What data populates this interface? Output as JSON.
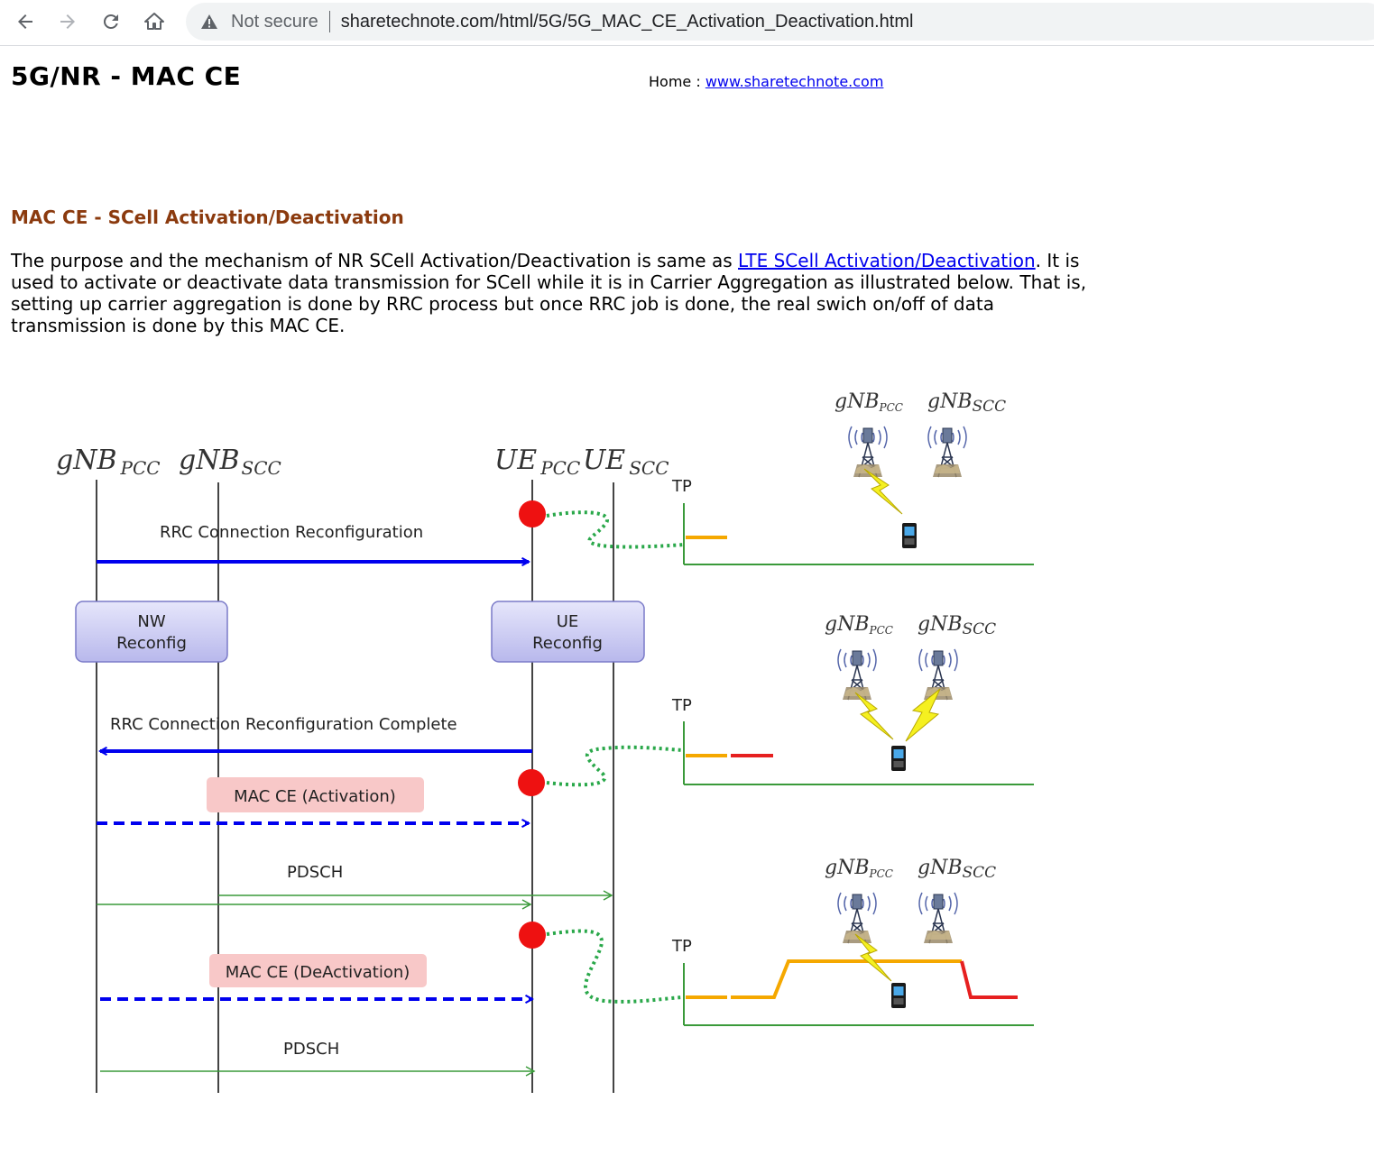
{
  "browser": {
    "security_status": "Not secure",
    "url": "sharetechnote.com/html/5G/5G_MAC_CE_Activation_Deactivation.html"
  },
  "page": {
    "title": "5G/NR - MAC CE",
    "home_label": "Home :",
    "home_link": "www.sharetechnote.com",
    "section_title": "MAC CE - SCell Activation/Deactivation",
    "para_before_link": "The purpose and the mechanism of NR SCell Activation/Deactivation is same as ",
    "para_link": "LTE SCell Activation/Deactivation",
    "para_after_link": ". It is used to activate or deactivate data transmission for SCell while it is in Carrier Aggregation as illustrated below. That is, setting up carrier aggregation is done by RRC process but once RRC job is done, the real swich on/off of data transmission is done by this MAC CE."
  },
  "diagram": {
    "entities": [
      {
        "main": "gNB",
        "sub": "PCC"
      },
      {
        "main": "gNB",
        "sub": "SCC"
      },
      {
        "main": "UE",
        "sub": "PCC"
      },
      {
        "main": "UE",
        "sub": "SCC"
      }
    ],
    "msg_rrc_reconfig": "RRC Connection Reconfiguration",
    "nw_box": [
      "NW",
      "Reconfig"
    ],
    "ue_box": [
      "UE",
      "Reconfig"
    ],
    "msg_rrc_complete": "RRC Connection Reconfiguration Complete",
    "mac_ce_activation": "MAC CE (Activation)",
    "pdsch_1": "PDSCH",
    "mac_ce_deactivation": "MAC CE (DeActivation)",
    "pdsch_2": "PDSCH",
    "tp_label": "TP",
    "panel_gnb": {
      "main": "gNB",
      "pcc": "PCC",
      "scc": "SCC"
    },
    "colors": {
      "blue_arrow": "#0000ee",
      "green_arrow": "#3a9a3a",
      "red_dot": "#ee1111",
      "box_fill": "#c8c8f0",
      "mac_box": "#f8c8c8",
      "tp_orange": "#f5a800",
      "tp_red": "#e62020",
      "lightning": "#f5f020"
    }
  }
}
